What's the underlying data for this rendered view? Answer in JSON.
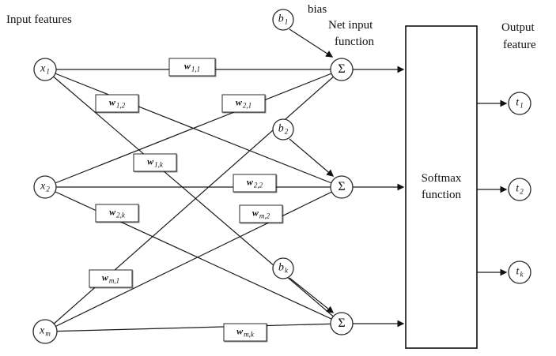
{
  "captions": {
    "input_features": "Input features",
    "bias": "bias",
    "net_input_1": "Net input",
    "net_input_2": "function",
    "output_1": "Output",
    "output_2": "feature"
  },
  "softmax": {
    "line1": "Softmax",
    "line2": "function"
  },
  "inputs": [
    {
      "base": "x",
      "sub": "1"
    },
    {
      "base": "x",
      "sub": "2"
    },
    {
      "base": "x",
      "sub": "m"
    }
  ],
  "sums": [
    {
      "symbol": "Σ"
    },
    {
      "symbol": "Σ"
    },
    {
      "symbol": "Σ"
    }
  ],
  "biases": [
    {
      "base": "b",
      "sub": "1"
    },
    {
      "base": "b",
      "sub": "2"
    },
    {
      "base": "b",
      "sub": "k"
    }
  ],
  "outputs": [
    {
      "base": "t",
      "sub": "1"
    },
    {
      "base": "t",
      "sub": "2"
    },
    {
      "base": "t",
      "sub": "k"
    }
  ],
  "weights": [
    {
      "base": "w",
      "sub": "1,1"
    },
    {
      "base": "w",
      "sub": "1,2"
    },
    {
      "base": "w",
      "sub": "2,1"
    },
    {
      "base": "w",
      "sub": "1,k"
    },
    {
      "base": "w",
      "sub": "2,2"
    },
    {
      "base": "w",
      "sub": "m,2"
    },
    {
      "base": "w",
      "sub": "2,k"
    },
    {
      "base": "w",
      "sub": "m,1"
    },
    {
      "base": "w",
      "sub": "m,k"
    }
  ]
}
